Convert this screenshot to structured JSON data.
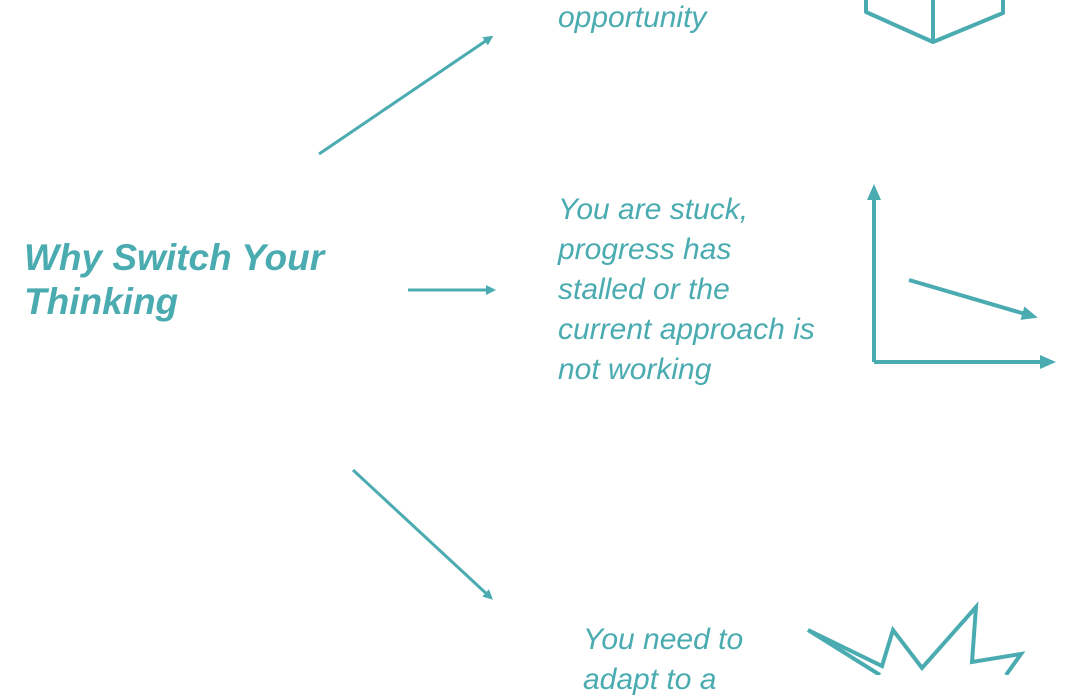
{
  "colors": {
    "accent": "#4aabb0",
    "background": "#ffffff"
  },
  "title": {
    "line1": "Why Switch Your",
    "line2": "Thinking"
  },
  "branches": [
    {
      "id": "opportunity",
      "lines": [
        "opportunity"
      ],
      "icon": "cube-icon"
    },
    {
      "id": "stuck",
      "lines": [
        "You are stuck,",
        "progress has",
        "stalled or the",
        "current approach is",
        "not working"
      ],
      "icon": "declining-chart-icon"
    },
    {
      "id": "adapt",
      "lines": [
        "You need to",
        "adapt to a"
      ],
      "icon": "burst-icon"
    }
  ]
}
